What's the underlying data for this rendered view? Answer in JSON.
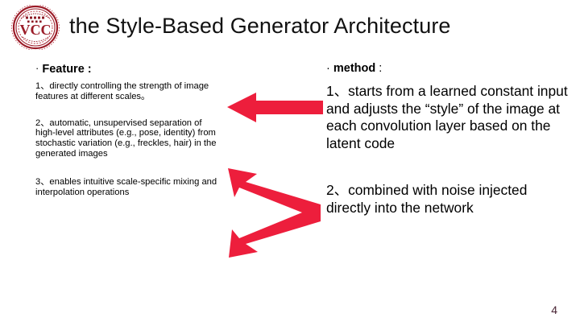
{
  "slide": {
    "title": "the Style-Based Generator Architecture",
    "page_number": "4",
    "background_color": "#ffffff",
    "accent_color": "#ed1e3c",
    "logo": {
      "name": "vcc-seal-logo",
      "text": "VCC",
      "color": "#9b1c28"
    }
  },
  "left_column": {
    "heading_bullet": "·",
    "heading_label": "Feature",
    "heading_colon": " :",
    "items": [
      "1、directly controlling the strength of image features at different scales。",
      "2、automatic, unsupervised separation of high-level attributes (e.g., pose, identity) from stochastic variation (e.g., freckles, hair) in the generated images",
      "3、enables intuitive scale-specific mixing and interpolation operations"
    ]
  },
  "right_column": {
    "heading_bullet": "·",
    "heading_label": "method",
    "heading_colon": " :",
    "items": [
      "1、starts from a learned constant input and adjusts the “style” of the image at each convolution layer based on the latent code",
      "2、combined with noise injected directly into the network"
    ]
  },
  "arrows": [
    {
      "name": "arrow-left-top",
      "direction": "left",
      "color": "#ed1e3c"
    },
    {
      "name": "arrow-bent-double-left",
      "direction": "left-up-and-left-down",
      "color": "#ed1e3c"
    }
  ]
}
